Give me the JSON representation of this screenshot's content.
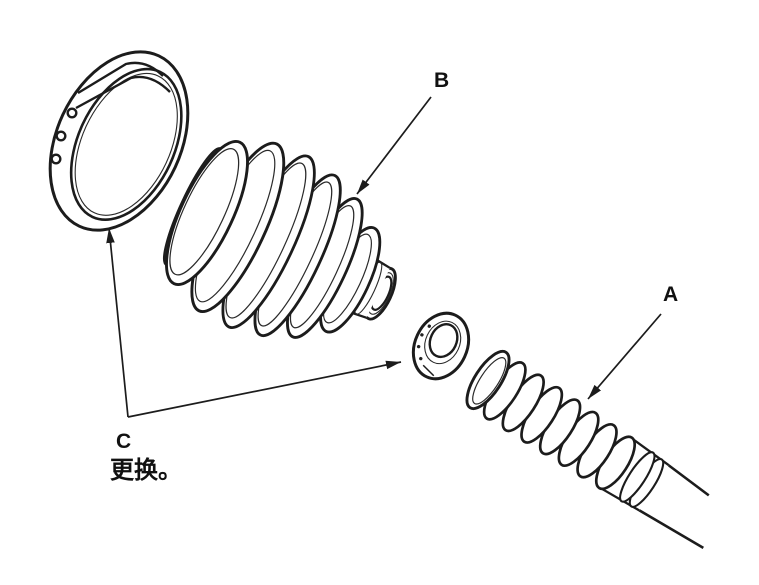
{
  "figure": {
    "callouts": {
      "a": {
        "label": "A"
      },
      "b": {
        "label": "B"
      },
      "c": {
        "label": "C",
        "note": "更换。"
      }
    },
    "colors": {
      "background": "#ffffff",
      "line": "#1c1c1c",
      "text": "#111111"
    }
  }
}
